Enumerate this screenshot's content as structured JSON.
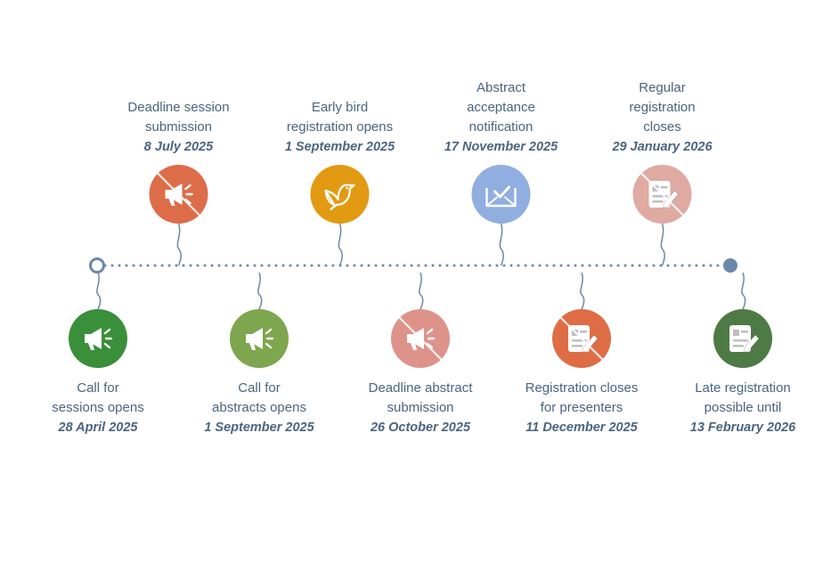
{
  "timeline": {
    "line_color": "#6b88a8",
    "events": [
      {
        "lines": [
          "Call for",
          "sessions opens"
        ],
        "date": "28 April 2025",
        "position": "below",
        "icon": "megaphone-icon",
        "color": "#3a8f3a",
        "crossed": false
      },
      {
        "lines": [
          "Deadline session",
          "submission"
        ],
        "date": "8 July 2025",
        "position": "above",
        "icon": "megaphone-icon",
        "color": "#dd6d48",
        "crossed": true
      },
      {
        "lines": [
          "Call for",
          "abstracts opens"
        ],
        "date": "1 September 2025",
        "position": "below",
        "icon": "megaphone-icon",
        "color": "#7ea64e",
        "crossed": false
      },
      {
        "lines": [
          "Early bird",
          "registration opens"
        ],
        "date": "1 September 2025",
        "position": "above",
        "icon": "bird-icon",
        "color": "#e29a12",
        "crossed": false
      },
      {
        "lines": [
          "Deadline abstract",
          "submission"
        ],
        "date": "26 October 2025",
        "position": "below",
        "icon": "megaphone-icon",
        "color": "#de938a",
        "crossed": true
      },
      {
        "lines": [
          "Abstract",
          "acceptance",
          "notification"
        ],
        "date": "17 November 2025",
        "position": "above",
        "icon": "envelope-check-icon",
        "color": "#91aee0",
        "crossed": false
      },
      {
        "lines": [
          "Registration closes",
          "for presenters"
        ],
        "date": "11 December 2025",
        "position": "below",
        "icon": "form-edit-icon",
        "color": "#de6d46",
        "crossed": true
      },
      {
        "lines": [
          "Regular",
          "registration",
          "closes"
        ],
        "date": "29 January 2026",
        "position": "above",
        "icon": "form-edit-icon",
        "color": "#deaaa2",
        "crossed": true
      },
      {
        "lines": [
          "Late registration",
          "possible until"
        ],
        "date": "13 February 2026",
        "position": "below",
        "icon": "form-edit-icon",
        "color": "#4e7a45",
        "crossed": false
      }
    ]
  }
}
